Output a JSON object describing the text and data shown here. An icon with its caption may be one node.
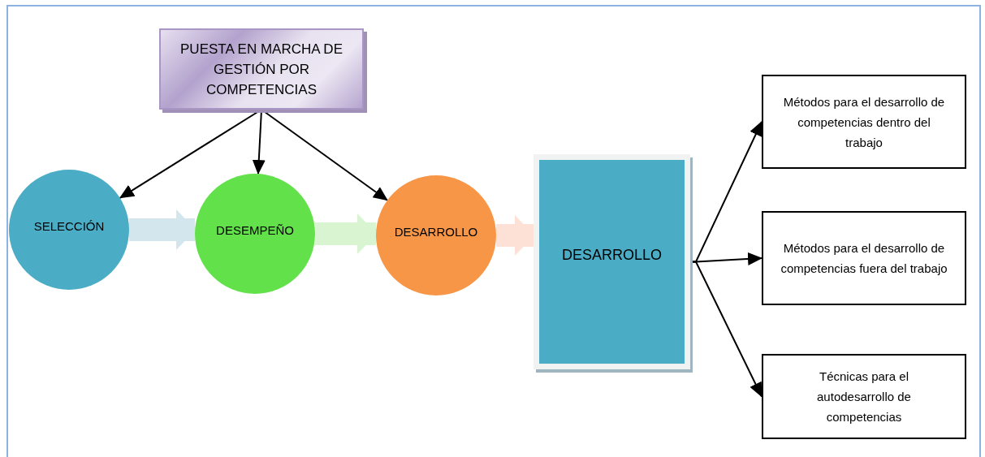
{
  "diagram": {
    "nodes": [
      {
        "text": [
          "PUESTA EN MARCHA DE GESTIÓN POR COMPETENCIAS"
        ]
      },
      {
        "text": [
          "SELECCIÓN"
        ]
      },
      {
        "text": [
          "DESEMPEÑO"
        ]
      },
      {
        "text": [
          "DESARROLLO"
        ]
      },
      {
        "text": [
          "DESARROLLO"
        ]
      },
      {
        "text": [
          "Métodos para el desarrollo de competencias dentro del trabajo"
        ]
      },
      {
        "text": [
          "Métodos para el desarrollo de competencias fuera del trabajo"
        ]
      },
      {
        "text": [
          "Técnicas para el autodesarrollo de competencias"
        ]
      }
    ],
    "edges": [
      {
        "from": 0,
        "to": 1,
        "arrow": "to"
      },
      {
        "from": 0,
        "to": 2,
        "arrow": "to"
      },
      {
        "from": 0,
        "to": 3,
        "arrow": "to"
      },
      {
        "from": 1,
        "to": 2,
        "arrow": "to",
        "style": "thick",
        "color": "#d3e6ee"
      },
      {
        "from": 2,
        "to": 3,
        "arrow": "to",
        "style": "thick",
        "color": "#d8f4d1"
      },
      {
        "from": 3,
        "to": 4,
        "arrow": "to",
        "style": "thick",
        "color": "#fde1d6"
      },
      {
        "from": 4,
        "to": 5,
        "arrow": "to"
      },
      {
        "from": 4,
        "to": 6,
        "arrow": "to"
      },
      {
        "from": 4,
        "to": 7,
        "arrow": "to"
      }
    ]
  }
}
